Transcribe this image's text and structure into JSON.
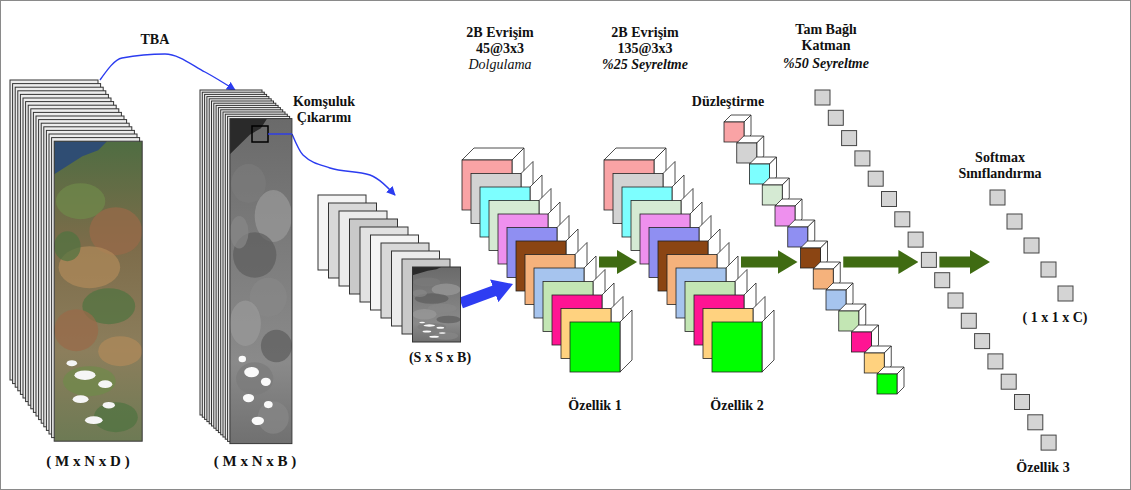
{
  "diagram": {
    "nodes": [
      {
        "text": [
          "( M x N x D )"
        ]
      },
      {
        "text": [
          "( M x N x B )"
        ]
      },
      {
        "text": [
          "Komşuluk Çıkarımı",
          "(S x S x B)"
        ]
      },
      {
        "text": [
          "2B Evrişim 45@3x3",
          "Dolgulama",
          "Özellik 1"
        ]
      },
      {
        "text": [
          "2B Evrişim 135@3x3",
          "%25 Seyreltme",
          "Özellik 2"
        ]
      },
      {
        "text": [
          "Düzleştirme"
        ]
      },
      {
        "text": [
          "Tam Bağlı Katman",
          "%50 Seyreltme",
          "Özellik 3"
        ]
      },
      {
        "text": [
          "Softmax Sınıflandırma",
          "( 1 x 1 x C)"
        ]
      }
    ],
    "edges": [
      {
        "from": 0,
        "to": 1,
        "label": "TBA",
        "arrow": "to"
      },
      {
        "from": 1,
        "to": 2,
        "arrow": "to"
      },
      {
        "from": 2,
        "to": 3,
        "arrow": "to"
      },
      {
        "from": 3,
        "to": 4,
        "arrow": "to"
      },
      {
        "from": 4,
        "to": 5,
        "arrow": "to"
      },
      {
        "from": 5,
        "to": 6,
        "arrow": "to"
      },
      {
        "from": 6,
        "to": 7,
        "arrow": "to"
      }
    ]
  }
}
